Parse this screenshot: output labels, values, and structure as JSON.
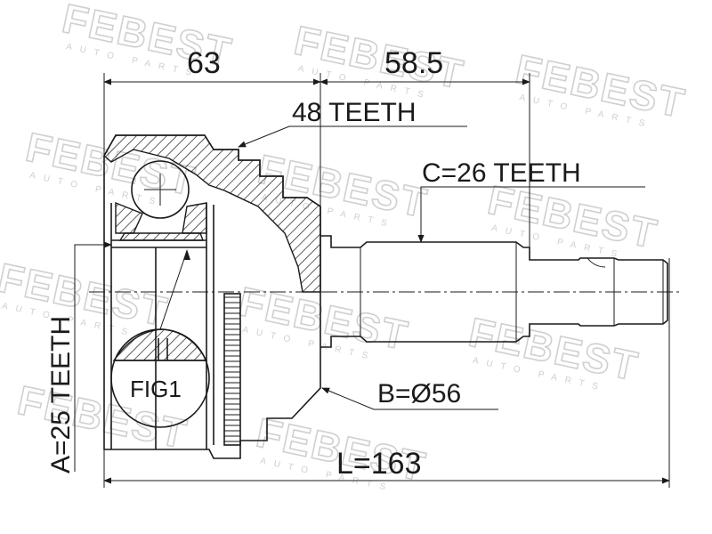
{
  "watermark": {
    "brand": "FEBEST",
    "sub": "AUTO PARTS"
  },
  "dimensions": {
    "top_left": "63",
    "top_right": "58.5",
    "teeth_48": "48 TEETH",
    "teeth_c": "C=26 TEETH",
    "teeth_a": "A=25 TEETH",
    "diameter_b": "B=Ø56",
    "length_l": "L=163"
  },
  "detail": {
    "label": "FIG1"
  }
}
